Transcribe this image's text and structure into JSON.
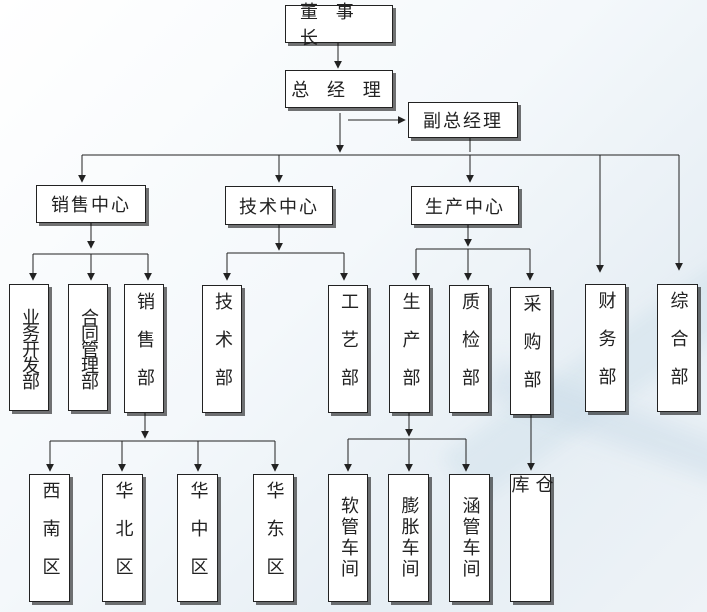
{
  "nodes": {
    "chairman": "董 事 长",
    "gm": "总 经 理",
    "deputy_gm": "副总经理",
    "sales_center": "销售中心",
    "tech_center": "技术中心",
    "production_center": "生产中心",
    "business_dev": "业务开发部",
    "contract_mgmt": "合同管理部",
    "sales_dept": "销售部",
    "tech_dept": "技术部",
    "process_dept": "工艺部",
    "production_dept": "生产部",
    "qc_dept": "质检部",
    "purchasing_dept": "采购部",
    "finance_dept": "财务部",
    "general_dept": "综合部",
    "southwest": "西南区",
    "north": "华北区",
    "central": "华中区",
    "east": "华东区",
    "soft_tube": "软管车间",
    "expansion": "膨胀车间",
    "culvert_tube": "涵管车间",
    "warehouse": "仓库"
  },
  "colors": {
    "line": "#222222",
    "box_border": "#222222",
    "text": "#222222"
  }
}
